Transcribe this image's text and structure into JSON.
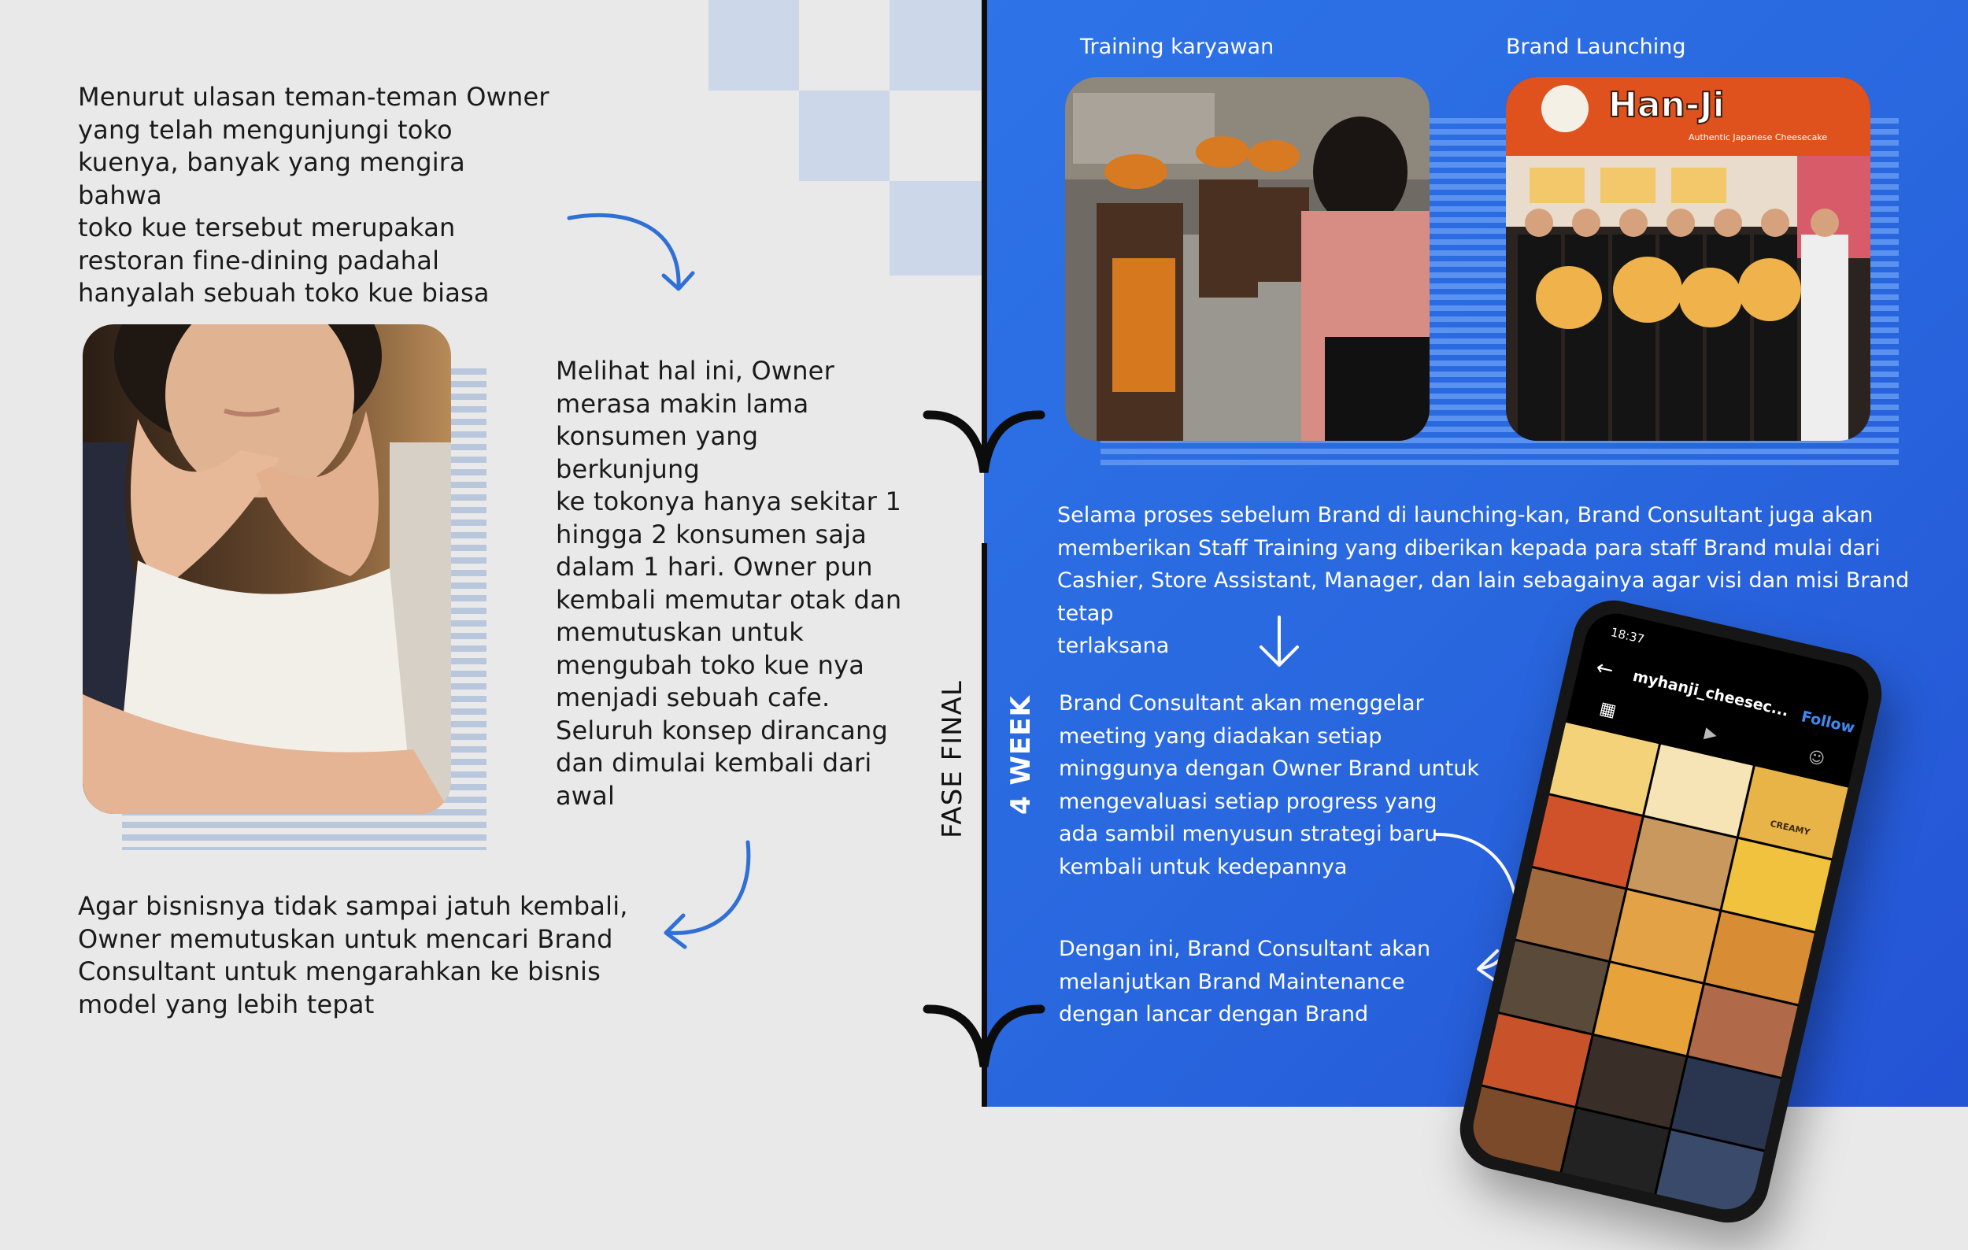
{
  "left": {
    "paragraph1": "Menurut ulasan teman-teman Owner yang telah mengunjungi toko kuenya, banyak yang mengira bahwa toko kue tersebut merupakan restoran fine-dining padahal hanyalah sebuah toko kue biasa",
    "paragraph1_lines": [
      "Menurut ulasan teman-teman Owner",
      "yang telah mengunjungi toko",
      "kuenya, banyak yang mengira bahwa",
      "toko kue tersebut merupakan",
      "restoran fine-dining padahal",
      "hanyalah sebuah toko kue biasa"
    ],
    "paragraph2_lines": [
      "Melihat hal ini, Owner",
      "merasa makin lama",
      "konsumen yang berkunjung",
      "ke tokonya hanya sekitar 1",
      "hingga 2 konsumen saja",
      "dalam 1 hari. Owner pun",
      "kembali memutar otak dan",
      "memutuskan untuk",
      "mengubah toko kue nya",
      "menjadi sebuah cafe.",
      "Seluruh konsep dirancang",
      "dan dimulai kembali dari",
      "awal"
    ],
    "paragraph3_lines": [
      "Agar bisnisnya tidak sampai jatuh kembali,",
      "Owner memutuskan untuk mencari Brand",
      "Consultant untuk mengarahkan ke bisnis",
      "model yang lebih tepat"
    ]
  },
  "timeline": {
    "phase_label": "FASE FINAL",
    "duration_label": "4 WEEK"
  },
  "right": {
    "photo1_caption": "Training karyawan",
    "photo2_caption": "Brand Launching",
    "brand_sign": "Han-Ji",
    "brand_sign_sub": "Authentic Japanese Cheesecake",
    "paragraph1_lines": [
      "Selama proses sebelum Brand di launching-kan, Brand Consultant juga akan",
      "memberikan Staff Training yang diberikan kepada para staff Brand mulai dari",
      "Cashier, Store Assistant, Manager, dan lain sebagainya agar visi dan misi Brand tetap",
      "terlaksana"
    ],
    "paragraph2_lines": [
      "Brand Consultant akan menggelar",
      "meeting yang diadakan setiap",
      "minggunya dengan Owner Brand untuk",
      "mengevaluasi setiap progress yang",
      "ada sambil menyusun strategi baru",
      "kembali untuk kedepannya"
    ],
    "paragraph3_lines": [
      "Dengan ini, Brand Consultant akan",
      "melanjutkan Brand Maintenance",
      "dengan lancar dengan Brand"
    ]
  },
  "phone": {
    "time": "18:37",
    "username": "myhanji_cheesec...",
    "follow": "Follow",
    "grid_label": "CREAMY"
  },
  "colors": {
    "left_bg": "#e9e9ea",
    "right_bg": "#2968df",
    "checker": "#ccd8ea",
    "timeline": "#0c0c0c"
  }
}
